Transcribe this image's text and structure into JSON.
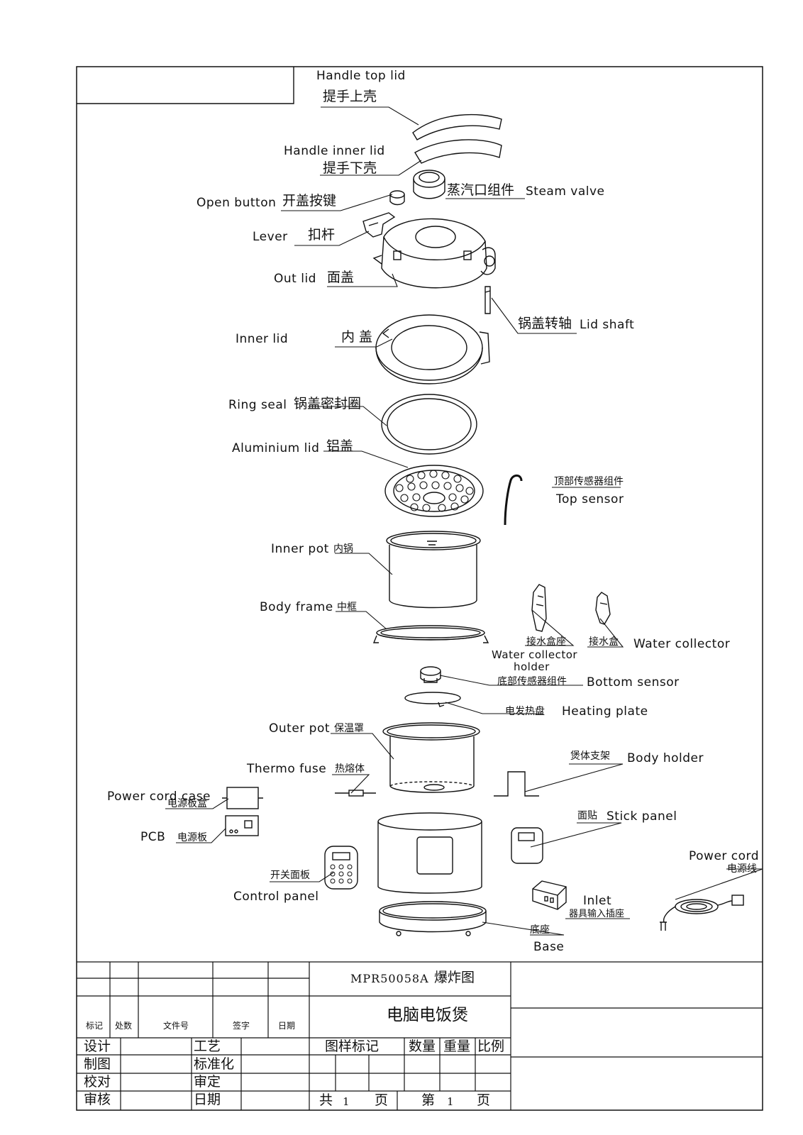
{
  "parts": {
    "handle_top_lid_en": "Handle  top  lid",
    "handle_top_lid_zh": "提手上壳",
    "handle_inner_lid_en": "Handle  inner  lid",
    "handle_inner_lid_zh": "提手下壳",
    "steam_valve_zh": "蒸汽口组件",
    "steam_valve_en": "Steam valve",
    "open_button_en": "Open button",
    "open_button_zh": "开盖按键",
    "lever_en": "Lever",
    "lever_zh": "扣杆",
    "out_lid_en": "Out lid",
    "out_lid_zh": "面盖",
    "lid_shaft_zh": "锅盖转轴",
    "lid_shaft_en": "Lid shaft",
    "inner_lid_en": "Inner  lid",
    "inner_lid_zh": "内 盖",
    "ring_seal_en": "Ring seal",
    "ring_seal_zh": "锅盖密封圈",
    "aluminium_lid_en": "Aluminium  lid",
    "aluminium_lid_zh": "铝盖",
    "top_sensor_zh": "顶部传感器组件",
    "top_sensor_en": "Top sensor",
    "inner_pot_en": "Inner pot",
    "inner_pot_zh": "内锅",
    "body_frame_en": "Body frame",
    "body_frame_zh": "中框",
    "water_collector_holder_zh": "接水盒座",
    "water_collector_holder_en_1": "Water collector",
    "water_collector_holder_en_2": "holder",
    "water_collector_zh": "接水盒",
    "water_collector_en": "Water collector",
    "bottom_sensor_zh": "底部传感器组件",
    "bottom_sensor_en": "Bottom sensor",
    "heating_plate_zh": "电发热盘",
    "heating_plate_en": "Heating plate",
    "outer_pot_en": "Outer pot",
    "outer_pot_zh": "保温罩",
    "thermo_fuse_en": "Thermo fuse",
    "thermo_fuse_zh": "热熔体",
    "body_holder_zh": "煲体支架",
    "body_holder_en": "Body holder",
    "power_cord_case_en": "Power cord case",
    "power_cord_case_zh": "电源板盒",
    "pcb_en": "PCB",
    "pcb_zh": "电源板",
    "stick_panel_zh": "面贴",
    "stick_panel_en": "Stick panel",
    "power_cord_en": "Power cord",
    "power_cord_zh": "电源线",
    "control_panel_zh": "开关面板",
    "control_panel_en": "Control panel",
    "inlet_en": "Inlet",
    "inlet_zh": "器具输入插座",
    "base_zh": "底座",
    "base_en": "Base"
  },
  "title_block": {
    "model": "MPR50058A",
    "drawing_type": "爆炸图",
    "product_name": "电脑电饭煲",
    "rev_headers": [
      "标记",
      "处数",
      "文件号",
      "签字",
      "日期"
    ],
    "design": "设计",
    "drafting": "制图",
    "checking": "校对",
    "review": "审核",
    "process": "工艺",
    "standardization": "标准化",
    "approval": "审定",
    "date": "日期",
    "drawing_mark": "图样标记",
    "quantity": "数量",
    "weight": "重量",
    "scale": "比例",
    "total_label": "共",
    "total_pages": "1",
    "page_unit": "页",
    "sheet_label": "第",
    "sheet_number": "1"
  }
}
